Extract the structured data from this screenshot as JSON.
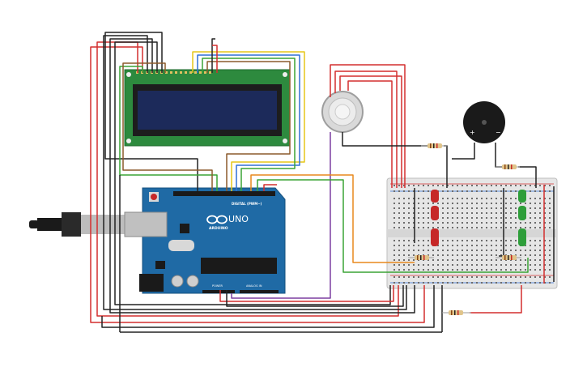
{
  "arduino": {
    "brand": "ARDUINO",
    "model": "UNO",
    "digital_label": "DIGITAL (PWM~)",
    "power_label": "POWER",
    "analog_label": "ANALOG IN"
  },
  "buzzer": {
    "plus_label": "+",
    "minus_label": "−"
  },
  "colors": {
    "wire_red": "#d32f2f",
    "wire_black": "#222222",
    "wire_green": "#3aa335",
    "wire_orange": "#e8891d",
    "wire_purple": "#7b3fa0",
    "wire_blue": "#2f6fd6",
    "wire_yellow": "#e6c619",
    "wire_brown": "#8b5a2b",
    "arduino_board": "#1f6aa5",
    "lcd_board": "#2d8a3e",
    "lcd_screen": "#1c2a5a",
    "breadboard": "#e6e6e6",
    "led_red": "#c62828",
    "led_green": "#2e9e3a"
  }
}
